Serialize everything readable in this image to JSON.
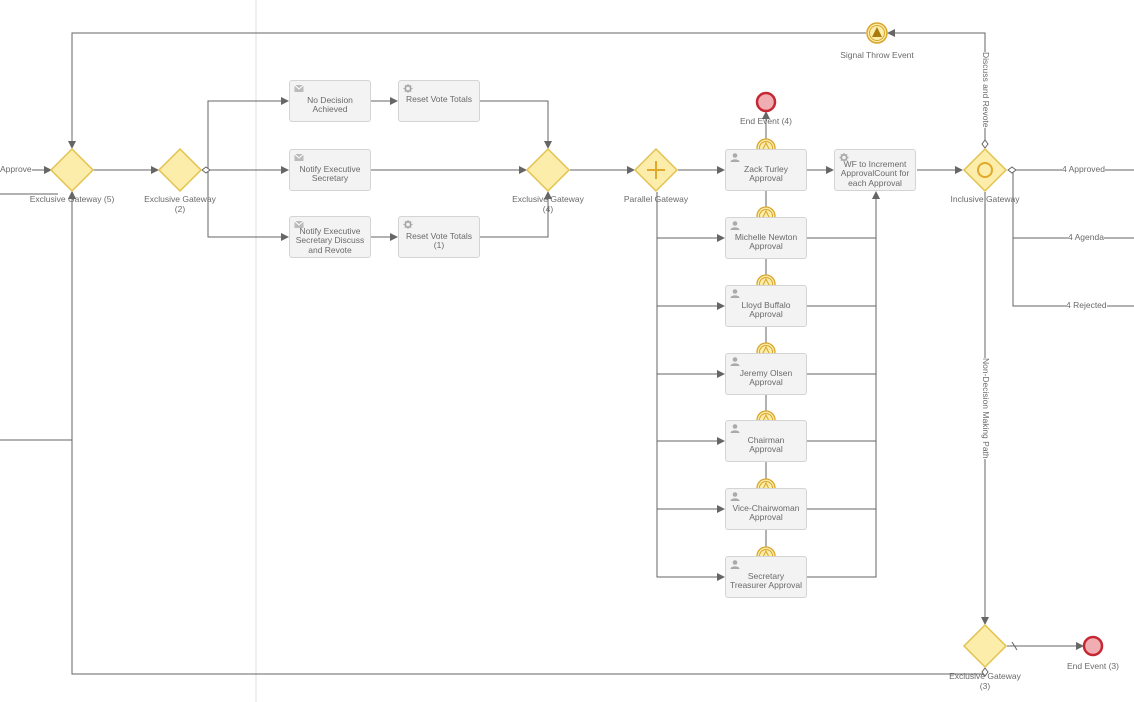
{
  "tasks": {
    "no_decision": "No Decision Achieved",
    "notify_exec": "Notify Executive Secretary",
    "notify_exec_discuss": "Notify Executive Secretary Discuss and Revote",
    "reset_vote": "Reset Vote Totals",
    "reset_vote_1": "Reset Vote Totals (1)",
    "zack": "Zack Turley Approval",
    "michelle": "Michelle Newton Approval",
    "lloyd": "Lloyd Buffalo Approval",
    "jeremy": "Jeremy Olsen Approval",
    "chairman": "Chairman Approval",
    "vice": "Vice-Chairwoman Approval",
    "secretary": "Secretary Treasurer Approval",
    "wf_increment": "WF to Increment ApprovalCount for each Approval"
  },
  "gateways": {
    "g5": "Exclusive Gateway (5)",
    "g2": "Exclusive Gateway (2)",
    "g4": "Exclusive Gateway (4)",
    "parallel": "Parallel Gateway",
    "inclusive": "Inclusive Gateway",
    "g3": "Exclusive Gateway (3)"
  },
  "events": {
    "signal_throw": "Signal Throw Event",
    "end4": "End Event (4)",
    "end3": "End Event (3)"
  },
  "flows": {
    "approve": "Approve",
    "approved4": "4 Approved",
    "agenda4": "4 Agenda",
    "rejected4": "4 Rejected",
    "discuss_revote": "Discuss and Revote",
    "non_decision": "Non-Decision Making Path"
  },
  "colors": {
    "gateway_fill": "#fcedaa",
    "gateway_stroke": "#e3c24f",
    "end_fill": "#f1aeb2",
    "end_stroke": "#c52833",
    "line": "#666666",
    "task_fill": "#f3f3f3"
  },
  "icons": {
    "email": "envelope-icon",
    "service": "gear-icon",
    "user": "user-icon",
    "signal": "triangle-signal-icon"
  }
}
